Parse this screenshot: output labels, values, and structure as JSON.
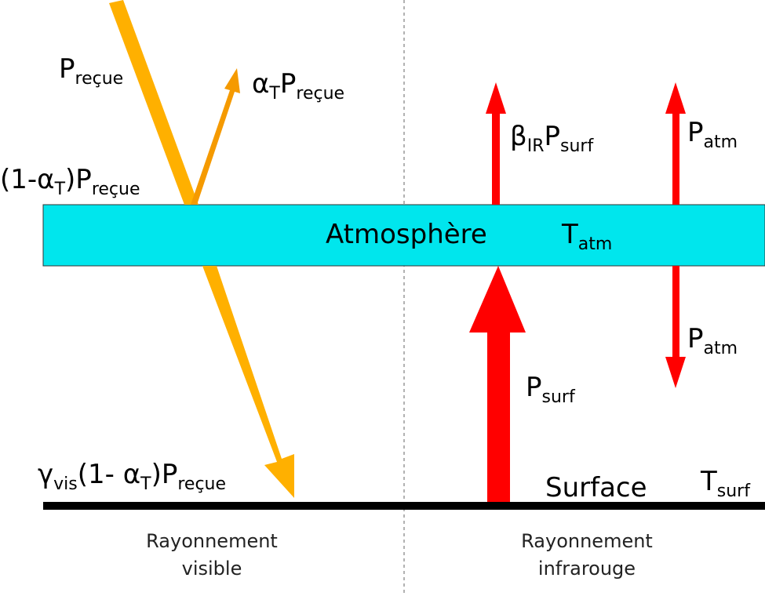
{
  "colors": {
    "sunlight": "#ffb000",
    "reflected": "#f59a00",
    "infrared": "#ff0000",
    "atmosphere_band": "#00e6ed",
    "surface_line": "#000000",
    "divider": "#999999"
  },
  "labels": {
    "p_recue": {
      "main": "P",
      "sub": "reçue"
    },
    "alpha_p_recue": {
      "sym": "α",
      "sym_sub": "T",
      "main": "P",
      "sub": "reçue"
    },
    "transmitted": {
      "pre": "(1-",
      "sym": "α",
      "sym_sub": "T",
      "close": ")P",
      "sub": "reçue"
    },
    "absorbed_surface": {
      "sym": "γ",
      "sym_sub": "vis",
      "mid": "(1- ",
      "sym2": "α",
      "sym2_sub": "T",
      "close": ")P",
      "sub": "reçue"
    },
    "beta_p_surf": {
      "sym": "β",
      "sym_sub": "IR",
      "main": "P",
      "sub": "surf"
    },
    "p_atm_up": {
      "main": "P",
      "sub": "atm"
    },
    "p_atm_down": {
      "main": "P",
      "sub": "atm"
    },
    "p_surf": {
      "main": "P",
      "sub": "surf"
    },
    "atmosphere": {
      "name": "Atmosphère",
      "temp": "T",
      "temp_sub": "atm"
    },
    "surface": {
      "name": "Surface",
      "temp": "T",
      "temp_sub": "surf"
    }
  },
  "footer": {
    "visible": {
      "line1": "Rayonnement",
      "line2": "visible"
    },
    "infrared": {
      "line1": "Rayonnement",
      "line2": "infrarouge"
    }
  }
}
